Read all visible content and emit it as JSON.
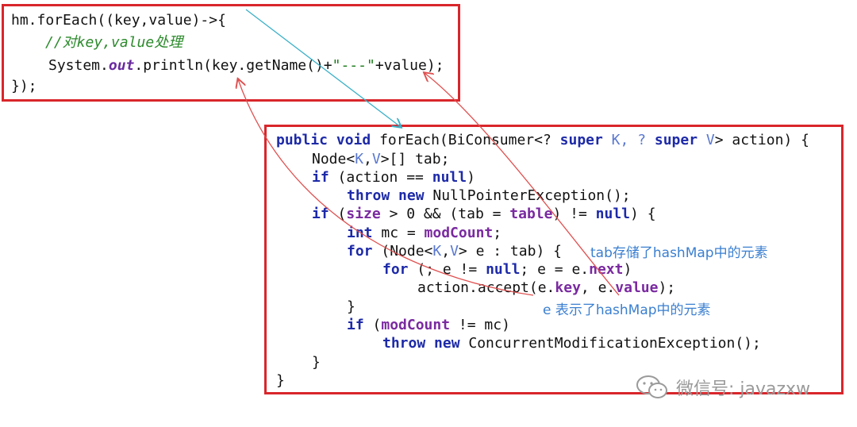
{
  "top_box": {
    "lines": [
      "hm.forEach((key,value)->{",
      "//对key,value处理",
      "System.",
      "out",
      ".println(key.getName()+",
      "\"---\"",
      "+value);",
      "});"
    ]
  },
  "method_box": {
    "l1_kw1": "public",
    "l1_kw2": "void",
    "l1_a": " forEach(BiConsumer<? ",
    "l1_super1": "super",
    "l1_K": " K, ? ",
    "l1_super2": "super",
    "l1_V": " V",
    "l1_b": "> action) {",
    "l2_a": "Node<",
    "l2_K": "K",
    "l2_b": ",",
    "l2_V": "V",
    "l2_c": ">[] tab;",
    "l3_if": "if",
    "l3_a": " (action == ",
    "l3_null": "null",
    "l3_b": ")",
    "l4_throw": "throw",
    "l4_new": "new",
    "l4_a": " NullPointerException();",
    "l5_if": "if",
    "l5_a": " (",
    "l5_size": "size",
    "l5_b": " > 0 && (tab = ",
    "l5_table": "table",
    "l5_c": ") != ",
    "l5_null": "null",
    "l5_d": ") {",
    "l6_int": "int",
    "l6_a": " mc = ",
    "l6_mod": "modCount",
    "l6_b": ";",
    "l7_for": "for",
    "l7_a": " (Node<",
    "l7_K": "K",
    "l7_b": ",",
    "l7_V": "V",
    "l7_c": "> e : tab) {",
    "l8_for": "for",
    "l8_a": " (; e != ",
    "l8_null": "null",
    "l8_b": "; e = e.",
    "l8_next": "next",
    "l8_c": ")",
    "l9_a": "action.accept(e.",
    "l9_key": "key",
    "l9_b": ", e.",
    "l9_value": "value",
    "l9_c": ");",
    "l10": "}",
    "l11_if": "if",
    "l11_a": " (",
    "l11_mod": "modCount",
    "l11_b": " != mc)",
    "l12_throw": "throw",
    "l12_new": "new",
    "l12_a": " ConcurrentModificationException();",
    "l13": "}",
    "l14": "}"
  },
  "annotations": {
    "tab_note": "tab存储了hashMap中的元素",
    "e_note": "e 表示了hashMap中的元素"
  },
  "watermark": {
    "text": "微信号: javazxw",
    "icon": "wechat-icon"
  },
  "colors": {
    "box_border": "#d9262b",
    "keyword": "#1d2aa8",
    "field": "#7a2aa0",
    "annotation": "#3a7fd0",
    "arrow_red": "#e05050",
    "arrow_teal": "#3ab0c8"
  }
}
